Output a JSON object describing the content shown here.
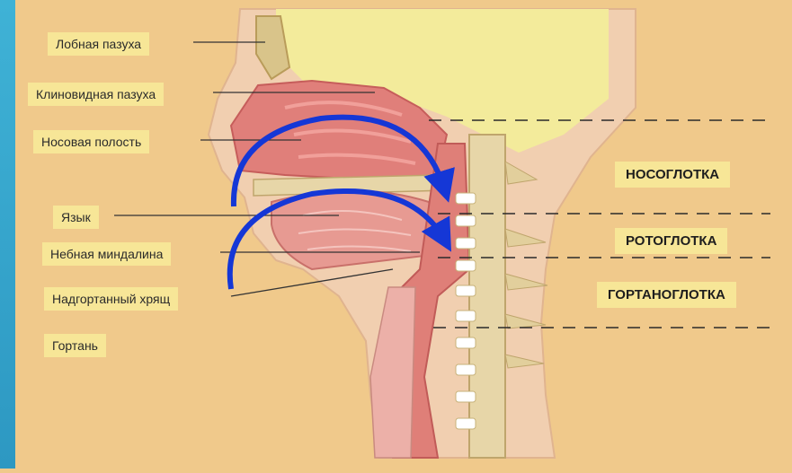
{
  "labels": {
    "frontal_sinus": "Лобная пазуха",
    "sphenoid_sinus": "Клиновидная пазуха",
    "nasal_cavity": "Носовая полость",
    "tongue": "Язык",
    "palatine_tonsil": "Небная миндалина",
    "epiglottis": "Надгортанный хрящ",
    "larynx": "Гортань"
  },
  "regions": {
    "nasopharynx": "НОСОГЛОТКА",
    "oropharynx": "РОТОГЛОТКА",
    "laryngopharynx": "ГОРТАНОГЛОТКА"
  },
  "colors": {
    "background": "#f0c98b",
    "label_bg": "#f7e697",
    "arrow": "#1537d6",
    "tissue_pink": "#e07f7a",
    "bone": "#e7d6a8",
    "airway": "#f3eb9b"
  }
}
